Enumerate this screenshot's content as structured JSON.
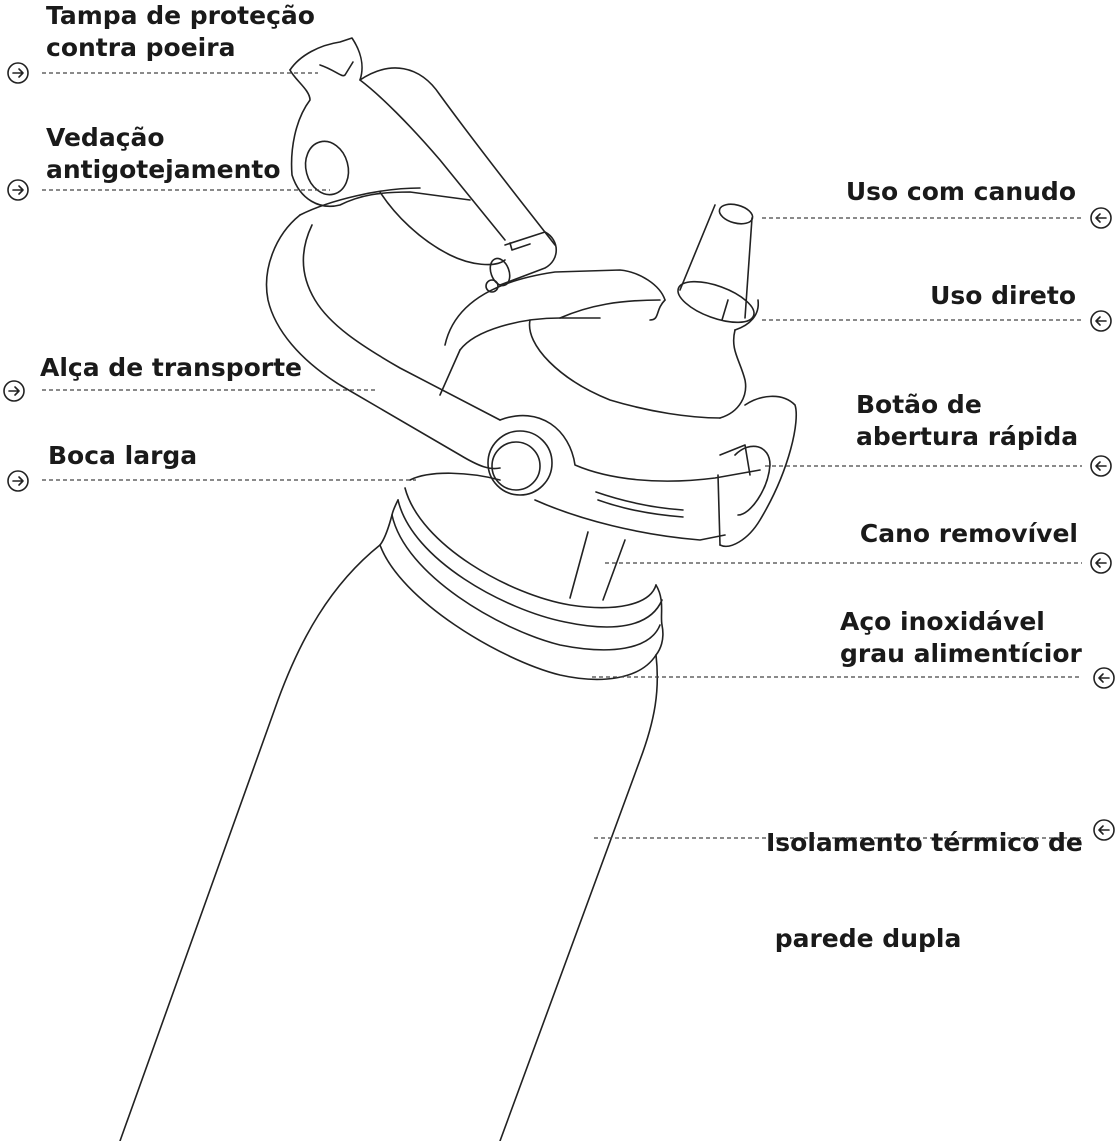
{
  "labels": {
    "dust_cap": [
      "Tampa de proteção",
      "contra poeira"
    ],
    "anti_drip": [
      "Vedação",
      "antigotejamento"
    ],
    "handle": [
      "Alça de transporte"
    ],
    "wide_mouth": [
      "Boca larga"
    ],
    "straw_use": [
      "Uso com canudo"
    ],
    "direct_use": [
      "Uso direto"
    ],
    "quick_button": [
      "Botão de",
      "abertura rápida"
    ],
    "removable_tube": [
      "Cano removível"
    ],
    "steel": [
      "Aço inoxidável",
      "grau alimentícior"
    ],
    "insulation": [
      "Isolamento térmico de",
      " parede dupla"
    ]
  },
  "icons": {
    "left_marker": "arrow-right-circle-icon",
    "right_marker": "arrow-left-circle-icon"
  },
  "colors": {
    "line": "#222222",
    "text": "#1a1a1a",
    "background": "#ffffff"
  }
}
